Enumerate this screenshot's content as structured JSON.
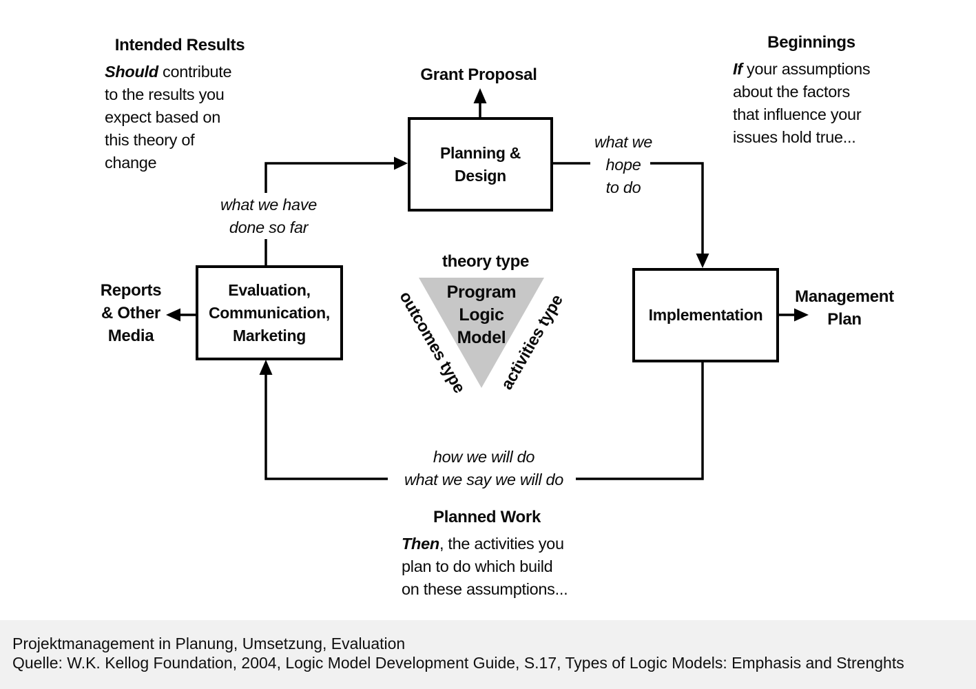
{
  "boxes": {
    "planning": "Planning &\nDesign",
    "implementation": "Implementation",
    "evaluation": "Evaluation,\nCommunication,\nMarketing"
  },
  "labels": {
    "grant_proposal": "Grant Proposal",
    "management_plan": "Management\nPlan",
    "reports_media": "Reports\n& Other\nMedia",
    "theory_type": "theory type",
    "outcomes_type": "outcomes type",
    "activities_type": "activities type",
    "triangle": "Program\nLogic\nModel"
  },
  "annotations": {
    "what_we_have": "what we have\ndone so far",
    "what_we_hope": "what we\nhope\nto do",
    "how_we_will": "how we will do\nwhat we say we will do"
  },
  "notes": {
    "intended": {
      "title": "Intended Results",
      "lead": "Should",
      "rest": " contribute\nto the results you\nexpect based on\nthis theory of\nchange"
    },
    "beginnings": {
      "title": "Beginnings",
      "lead": "If",
      "rest": " your assumptions\nabout the factors\nthat influence your\nissues hold true..."
    },
    "planned": {
      "title": "Planned Work",
      "lead": "Then",
      "rest": ", the activities you\nplan to do which build\non these assumptions..."
    }
  },
  "caption": {
    "line1": "Projektmanagement in Planung, Umsetzung, Evaluation",
    "line2": "Quelle: W.K. Kellog Foundation, 2004, Logic Model Development Guide, S.17, Types of Logic Models: Emphasis and Strenghts"
  },
  "colors": {
    "triangle_fill": "#c7c7c7",
    "caption_bg": "#f1f1f1",
    "line": "#000000"
  }
}
